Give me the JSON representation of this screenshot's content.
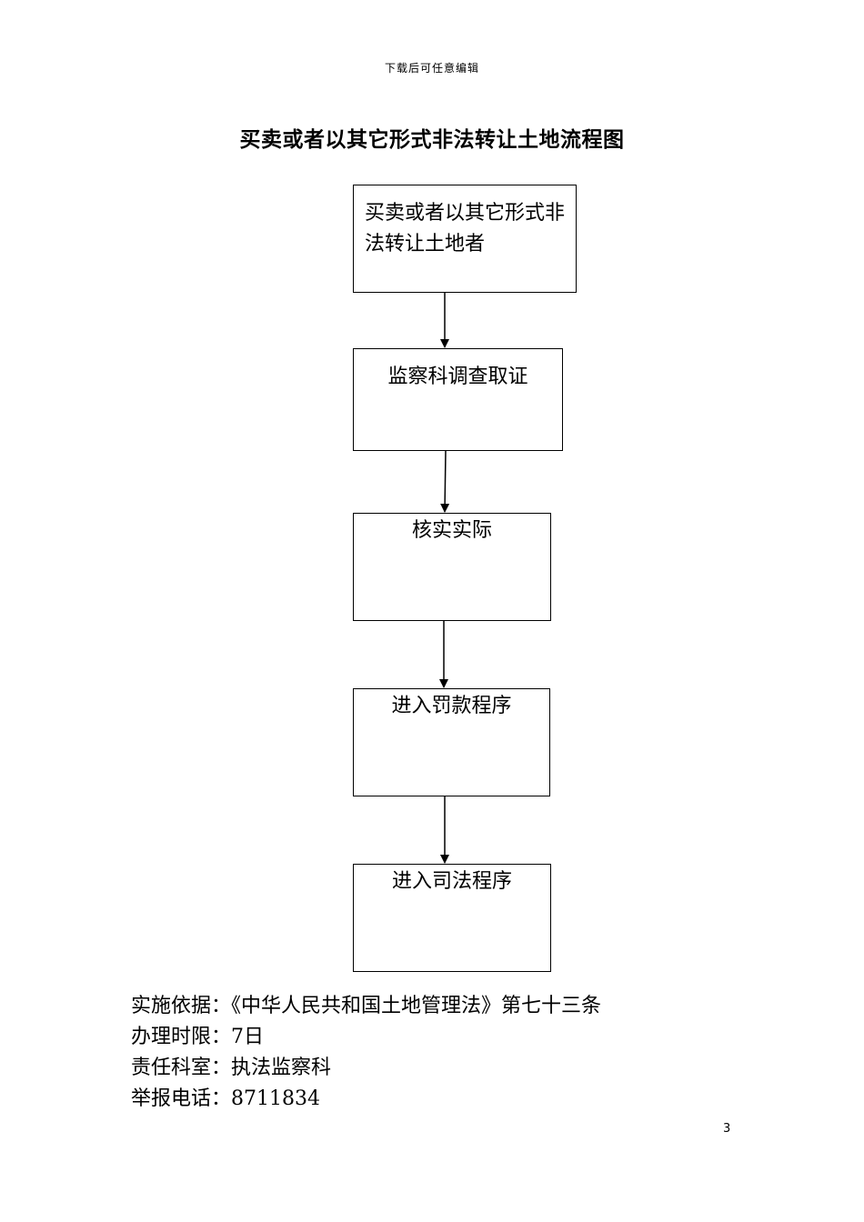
{
  "header": {
    "note": "下载后可任意编辑"
  },
  "title": "买卖或者以其它形式非法转让土地流程图",
  "flow": {
    "steps": [
      {
        "label": "买卖或者以其它形式非法转让土地者"
      },
      {
        "label": "监察科调查取证"
      },
      {
        "label": "核实实际"
      },
      {
        "label": "进入罚款程序"
      },
      {
        "label": "进入司法程序"
      }
    ]
  },
  "info": {
    "basis_label": "实施依据：",
    "basis_value": "《中华人民共和国土地管理法》第七十三条",
    "deadline_label": "办理时限：",
    "deadline_value": "7日",
    "office_label": "责任科室：",
    "office_value": "执法监察科",
    "phone_label": "举报电话：",
    "phone_value": "8711834"
  },
  "footer": {
    "page_number": "3"
  }
}
